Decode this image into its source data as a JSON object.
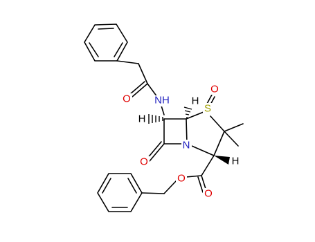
{
  "atoms": {
    "amide_nitrogen": "NH",
    "ring_nitrogen": "N",
    "sulfur": "S",
    "sulfoxide_oxygen": "O",
    "amide_oxygen": "O",
    "lactam_oxygen": "O",
    "ester_carbonyl_oxygen": "O",
    "ester_ether_oxygen": "O",
    "h_c6": "H",
    "h_c5": "H",
    "h_c3": "H"
  },
  "colors": {
    "oxygen": "#e00000",
    "nitrogen": "#1f1fbf",
    "sulfur": "#a0a000",
    "carbon": "#000000"
  }
}
